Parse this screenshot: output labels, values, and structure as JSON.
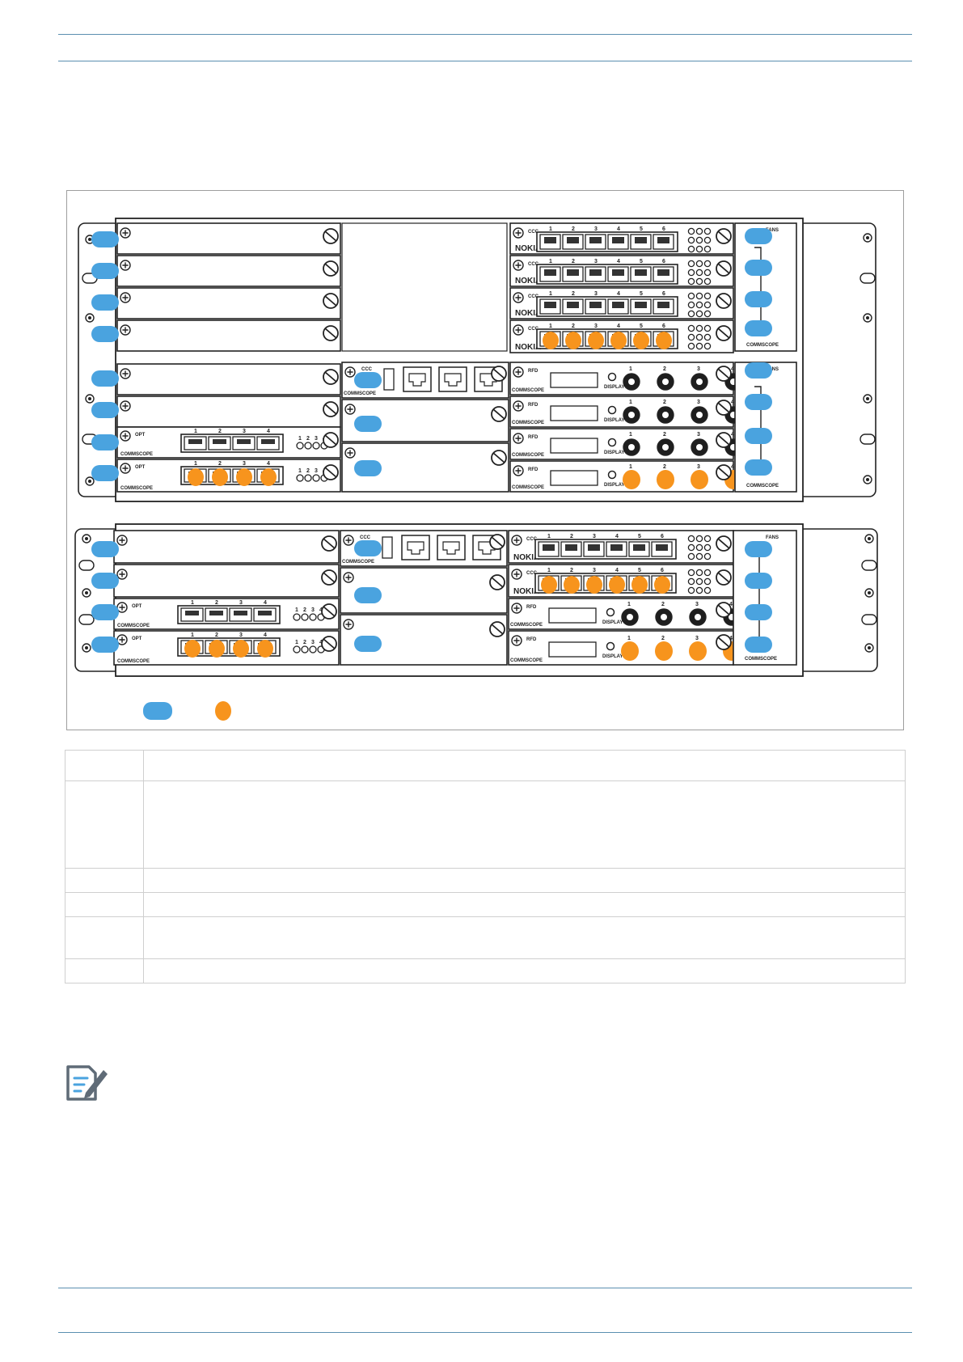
{
  "figure": {
    "labels": {
      "ccc": "CCC",
      "opt": "OPT",
      "rfd": "RFD",
      "fans": "FANS",
      "display": "DISPLAY",
      "brand": "COMMSCOPE",
      "nokia": "NOKIA",
      "ports": [
        "1",
        "2",
        "3",
        "4",
        "5",
        "6"
      ]
    },
    "legend_colors": {
      "slot_marker": "#4aa3df",
      "port_marker": "#f7941d"
    }
  },
  "table": {
    "row_count": 6
  },
  "note": {
    "icon": "note-pencil-icon"
  }
}
